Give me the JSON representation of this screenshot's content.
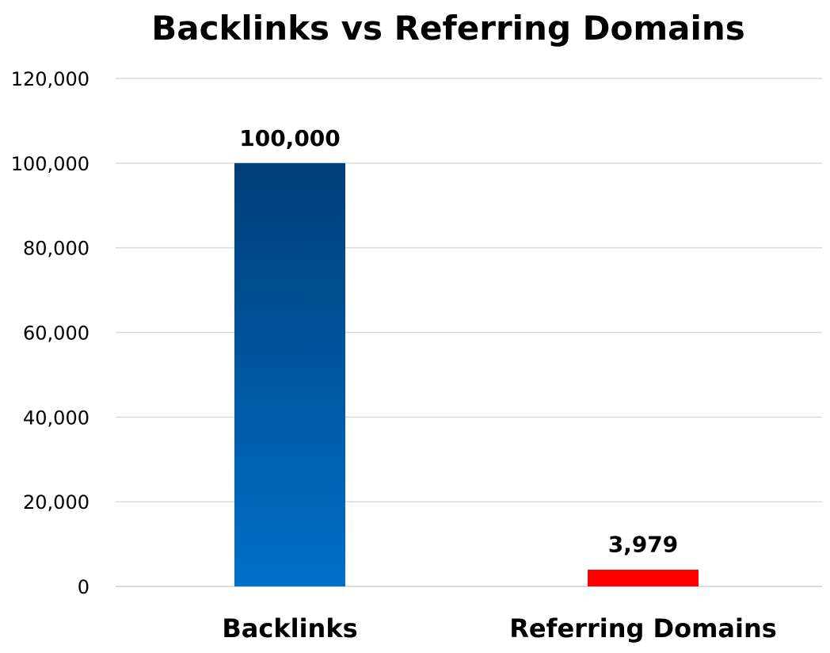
{
  "chart_data": {
    "type": "bar",
    "title": "Backlinks vs Referring Domains",
    "xlabel": "",
    "ylabel": "",
    "categories": [
      "Backlinks",
      "Referring Domains"
    ],
    "values": [
      100000,
      3979
    ],
    "data_labels": [
      "100,000",
      "3,979"
    ],
    "colors": [
      "#0070C8",
      "#FF0000"
    ],
    "gradient_top_color": "#003E78",
    "ylim": [
      0,
      120000
    ],
    "yticks": [
      0,
      20000,
      40000,
      60000,
      80000,
      100000,
      120000
    ],
    "ytick_labels": [
      "0",
      "20,000",
      "40,000",
      "60,000",
      "80,000",
      "100,000",
      "120,000"
    ],
    "grid": true,
    "legend": "none"
  }
}
